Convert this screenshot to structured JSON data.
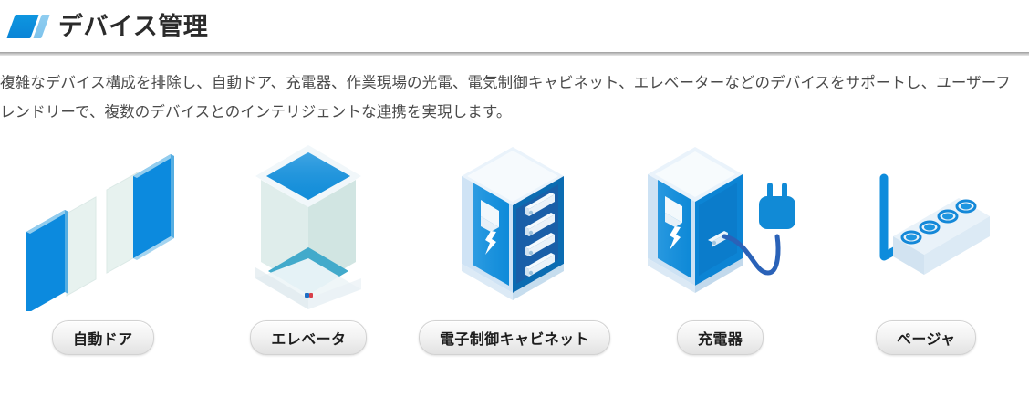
{
  "header": {
    "title": "デバイス管理",
    "mark_color_primary": "#0a84d6",
    "mark_color_secondary": "#8fcdf0"
  },
  "description": "複雑なデバイス構成を排除し、自動ドア、充電器、作業現場の光電、電気制御キャビネット、エレベーターなどのデバイスをサポートし、ユーザーフレンドリーで、複数のデバイスとのインテリジェントな連携を実現します。",
  "devices": [
    {
      "id": "automatic-door",
      "label": "自動ドア",
      "icon": "automatic-door-icon"
    },
    {
      "id": "elevator",
      "label": "エレベータ",
      "icon": "elevator-icon"
    },
    {
      "id": "control-cabinet",
      "label": "電子制御キャビネット",
      "icon": "control-cabinet-icon"
    },
    {
      "id": "charger",
      "label": "充電器",
      "icon": "charger-icon"
    },
    {
      "id": "pager",
      "label": "ページャ",
      "icon": "pager-icon"
    }
  ],
  "colors": {
    "accent_blue": "#0a84d6",
    "deep_blue": "#1b5fb0",
    "pale_glass": "#e4f0ee",
    "text": "#4a4a4a",
    "divider": "#b4b4b4"
  }
}
